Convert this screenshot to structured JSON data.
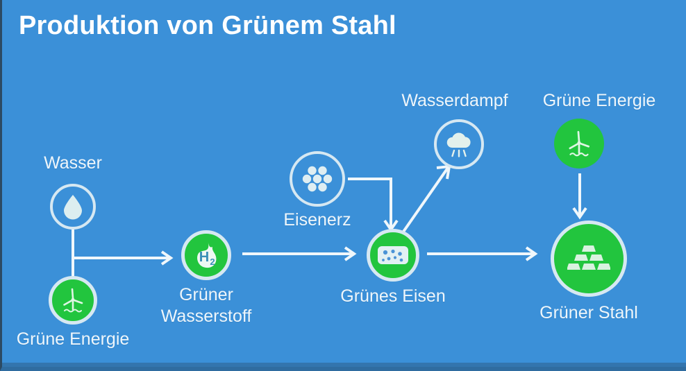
{
  "slide": {
    "title": "Produktion von Grünem Stahl",
    "background_color": "#3b90d8",
    "accent_green": "#22c53e",
    "label_color": "#eef6fb",
    "line_color": "#f0f7fb"
  },
  "nodes": [
    {
      "id": "wasser",
      "label": "Wasser",
      "icon": "water-drop-icon",
      "style": "outline-circle",
      "label_position": "above"
    },
    {
      "id": "gruene-energie-links",
      "label": "Grüne Energie",
      "icon": "wind-turbine-icon",
      "style": "filled-green-circle",
      "label_position": "below"
    },
    {
      "id": "gruener-wasserstoff",
      "label": "Grüner\nWasserstoff",
      "label_line1": "Grüner",
      "label_line2": "Wasserstoff",
      "icon": "hydrogen-flame-icon",
      "icon_text": "H",
      "icon_subscript": "2",
      "style": "filled-green-circle",
      "label_position": "below"
    },
    {
      "id": "eisenerz",
      "label": "Eisenerz",
      "icon": "iron-ore-pellets-icon",
      "style": "outline-circle",
      "label_position": "below"
    },
    {
      "id": "wasserdampf",
      "label": "Wasserdampf",
      "icon": "cloud-rain-icon",
      "style": "outline-circle",
      "label_position": "above"
    },
    {
      "id": "gruene-energie-rechts",
      "label": "Grüne Energie",
      "icon": "wind-turbine-icon",
      "style": "plain-green-circle",
      "label_position": "above"
    },
    {
      "id": "gruenes-eisen",
      "label": "Grünes Eisen",
      "icon": "iron-briquette-icon",
      "style": "filled-green-circle",
      "label_position": "below"
    },
    {
      "id": "gruener-stahl",
      "label": "Grüner Stahl",
      "icon": "steel-ingots-icon",
      "style": "filled-green-circle",
      "label_position": "below"
    }
  ],
  "connectors": [
    {
      "id": "wasser-energie-to-wasserstoff",
      "from": "wasser + gruene-energie-links",
      "to": "gruener-wasserstoff",
      "shape": "merge-arrow-right"
    },
    {
      "id": "wasserstoff-to-eisen",
      "from": "gruener-wasserstoff",
      "to": "gruenes-eisen",
      "shape": "arrow-right"
    },
    {
      "id": "eisenerz-to-eisen",
      "from": "eisenerz",
      "to": "gruenes-eisen",
      "shape": "elbow-right-down"
    },
    {
      "id": "eisen-to-wasserdampf",
      "from": "gruenes-eisen",
      "to": "wasserdampf",
      "shape": "diagonal-arrow-up-right"
    },
    {
      "id": "eisen-to-stahl",
      "from": "gruenes-eisen",
      "to": "gruener-stahl",
      "shape": "arrow-right"
    },
    {
      "id": "energie-to-stahl",
      "from": "gruene-energie-rechts",
      "to": "gruener-stahl",
      "shape": "arrow-down"
    }
  ]
}
